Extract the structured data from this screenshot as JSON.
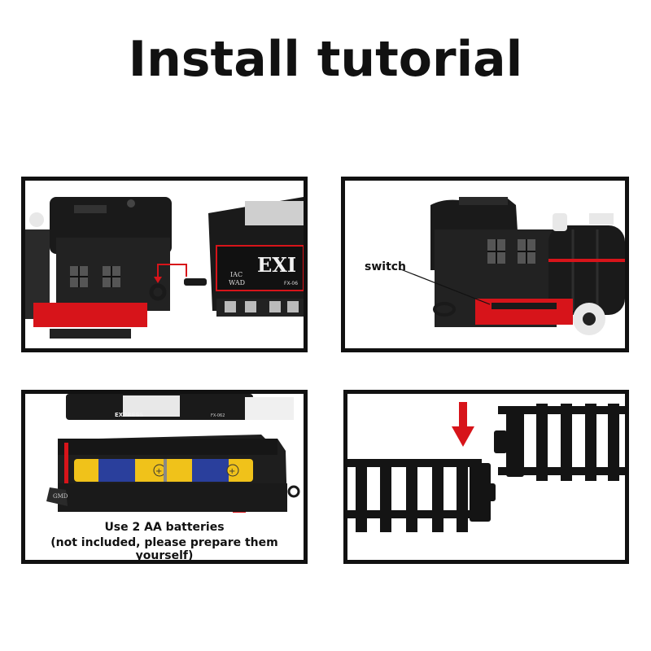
{
  "title": "Install tutorial",
  "panels": {
    "coupling": {
      "icon": "train-coupling-illustration",
      "tender_text": "EXI",
      "tender_small_left": "IAC\nWAD",
      "tender_small_right": "FX-06"
    },
    "switch": {
      "icon": "locomotive-switch-illustration",
      "label": "switch"
    },
    "battery": {
      "icon": "battery-compartment-illustration",
      "body_text": "EXPRESS",
      "body_small": "FX-062",
      "caption_line1": "Use 2 AA batteries",
      "caption_line2": "(not included, please prepare them yourself)"
    },
    "track": {
      "icon": "track-connection-illustration",
      "arrow_color": "#d7141a"
    }
  },
  "colors": {
    "frame": "#111111",
    "accent_red": "#d7141a",
    "train_black": "#1a1a1a"
  }
}
